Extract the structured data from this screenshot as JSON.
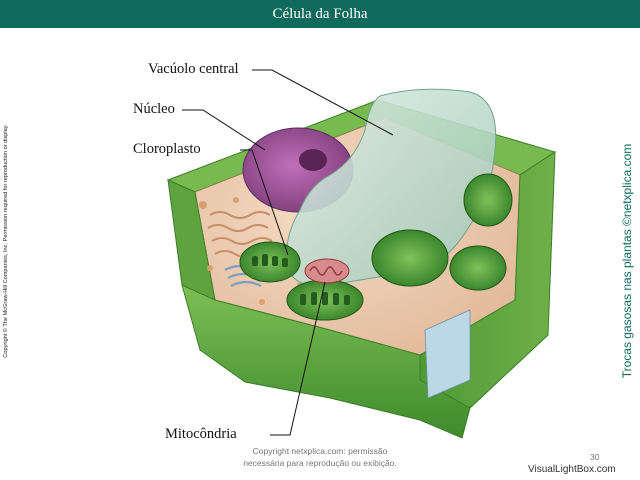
{
  "header": {
    "title": "Célula da Folha"
  },
  "side": {
    "copyright": "Copyright © The McGraw-Hill Companies, Inc. Permission required for reproduction or display.",
    "caption": "Trocas gasosas nas plantas ©netxplica.com"
  },
  "labels": {
    "vacuole": "Vacúolo central",
    "nucleus": "Núcleo",
    "chloroplast": "Cloroplasto",
    "mitochondrion": "Mitocôndria"
  },
  "footer": {
    "line1": "Copyright netxplica.com: permissão",
    "line2": "necessária para reprodução ou exibição.",
    "page": "30",
    "watermark": "VisualLightBox.com"
  }
}
